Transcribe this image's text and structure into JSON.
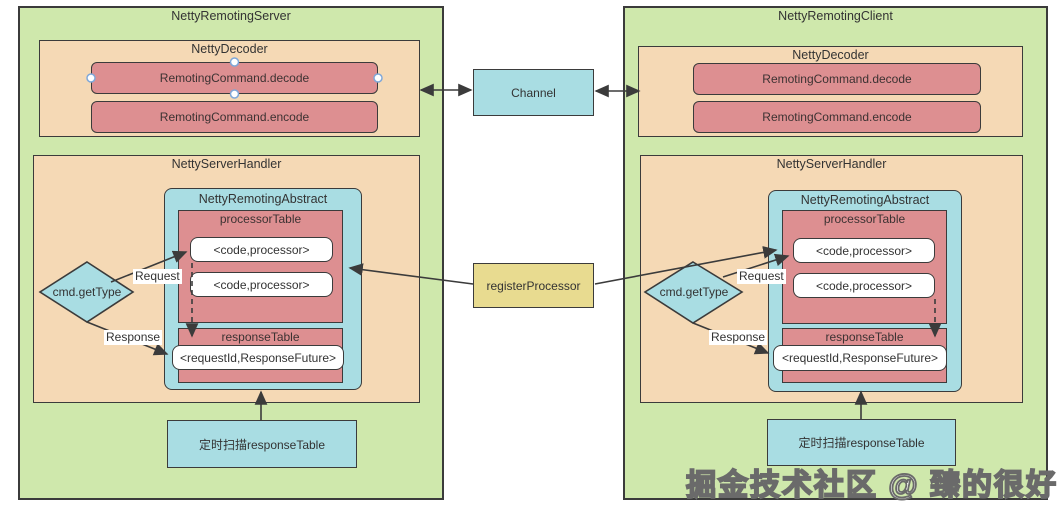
{
  "colors": {
    "green": "#cfe8ac",
    "orange": "#f5d9b5",
    "pink": "#dd8f91",
    "cyan": "#a9dde3",
    "yellow": "#e8db90",
    "border": "#3b3b3b",
    "text": "#333333",
    "handle": "#7fa8d9"
  },
  "server": {
    "title": "NettyRemotingServer",
    "decoder": {
      "title": "NettyDecoder",
      "bars": [
        "RemotingCommand.decode",
        "RemotingCommand.encode"
      ]
    },
    "handler": {
      "title": "NettyServerHandler",
      "abstract": {
        "title": "NettyRemotingAbstract",
        "processor_table": {
          "title": "processorTable",
          "entries": [
            "<code,processor>",
            "<code,processor>"
          ]
        },
        "response_table": {
          "title": "responseTable",
          "entries": [
            "<requestId,ResponseFuture>"
          ]
        }
      },
      "decision": {
        "label": "cmd.getType",
        "request_label": "Request",
        "response_label": "Response"
      }
    },
    "scanner_label": "定时扫描responseTable"
  },
  "client": {
    "title": "NettyRemotingClient",
    "decoder": {
      "title": "NettyDecoder",
      "bars": [
        "RemotingCommand.decode",
        "RemotingCommand.encode"
      ]
    },
    "handler": {
      "title": "NettyServerHandler",
      "abstract": {
        "title": "NettyRemotingAbstract",
        "processor_table": {
          "title": "processorTable",
          "entries": [
            "<code,processor>",
            "<code,processor>"
          ]
        },
        "response_table": {
          "title": "responseTable",
          "entries": [
            "<requestId,ResponseFuture>"
          ]
        }
      },
      "decision": {
        "label": "cmd.getType",
        "request_label": "Request",
        "response_label": "Response"
      }
    },
    "scanner_label": "定时扫描responseTable"
  },
  "center": {
    "channel_label": "Channel",
    "register_label": "registerProcessor"
  },
  "watermark": "掘金技术社区 @ 臻的很好"
}
